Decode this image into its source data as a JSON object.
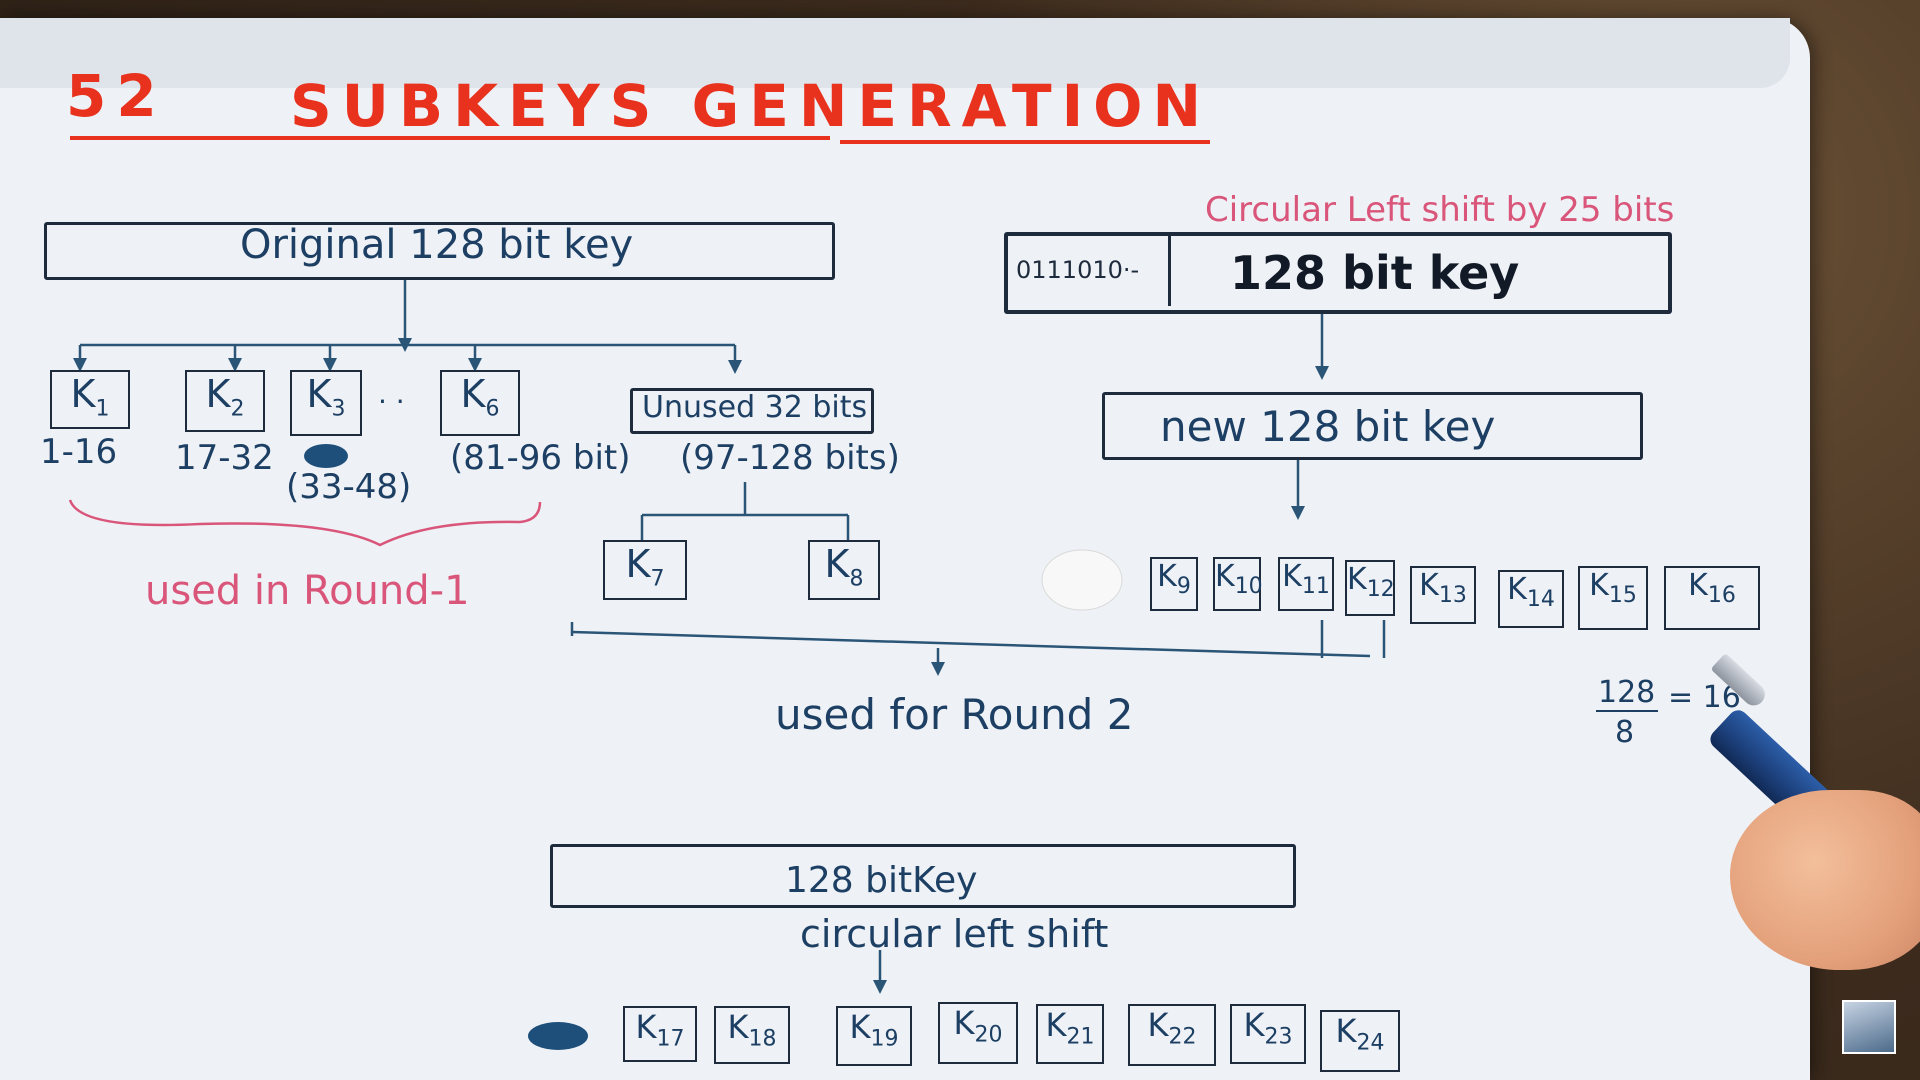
{
  "title": {
    "number": "52",
    "text": "SUBKEYS GENERATION"
  },
  "left": {
    "original_key_label": "Original 128 bit key",
    "subkeys": [
      {
        "name": "K",
        "sub": "1",
        "range": "1-16"
      },
      {
        "name": "K",
        "sub": "2",
        "range": "17-32"
      },
      {
        "name": "K",
        "sub": "3",
        "range": "(33-48)"
      },
      {
        "name": "K",
        "sub": "6",
        "range": "(81-96 bit)"
      }
    ],
    "dots": "· ·",
    "unused_label": "Unused 32 bits",
    "unused_range": "(97-128 bits)",
    "used_round1": "used in Round-1",
    "k7": {
      "name": "K",
      "sub": "7"
    },
    "k8": {
      "name": "K",
      "sub": "8"
    }
  },
  "right": {
    "shift_note": "Circular Left shift by 25 bits",
    "bits_prefix": "0111010·-",
    "key_label": "128 bit key",
    "new_key_label": "new 128 bit key",
    "subkeys": [
      {
        "name": "K",
        "sub": "9"
      },
      {
        "name": "K",
        "sub": "10"
      },
      {
        "name": "K",
        "sub": "11"
      },
      {
        "name": "K",
        "sub": "12"
      },
      {
        "name": "K",
        "sub": "13"
      },
      {
        "name": "K",
        "sub": "14"
      },
      {
        "name": "K",
        "sub": "15"
      },
      {
        "name": "K",
        "sub": "16"
      }
    ],
    "calc_num": "128",
    "calc_den": "8",
    "calc_result": "= 16"
  },
  "used_round2": "used for Round 2",
  "bottom": {
    "key_label": "128 bitKey",
    "shift_label": "circular left shift",
    "subkeys": [
      {
        "name": "K",
        "sub": "17"
      },
      {
        "name": "K",
        "sub": "18"
      },
      {
        "name": "K",
        "sub": "19"
      },
      {
        "name": "K",
        "sub": "20"
      },
      {
        "name": "K",
        "sub": "21"
      },
      {
        "name": "K",
        "sub": "22"
      },
      {
        "name": "K",
        "sub": "23"
      },
      {
        "name": "K",
        "sub": "24"
      }
    ]
  },
  "colors": {
    "title": "#e8321e",
    "ink_blue": "#1c3f63",
    "ink_pink": "#d9567a",
    "paper": "#eef1f6"
  }
}
